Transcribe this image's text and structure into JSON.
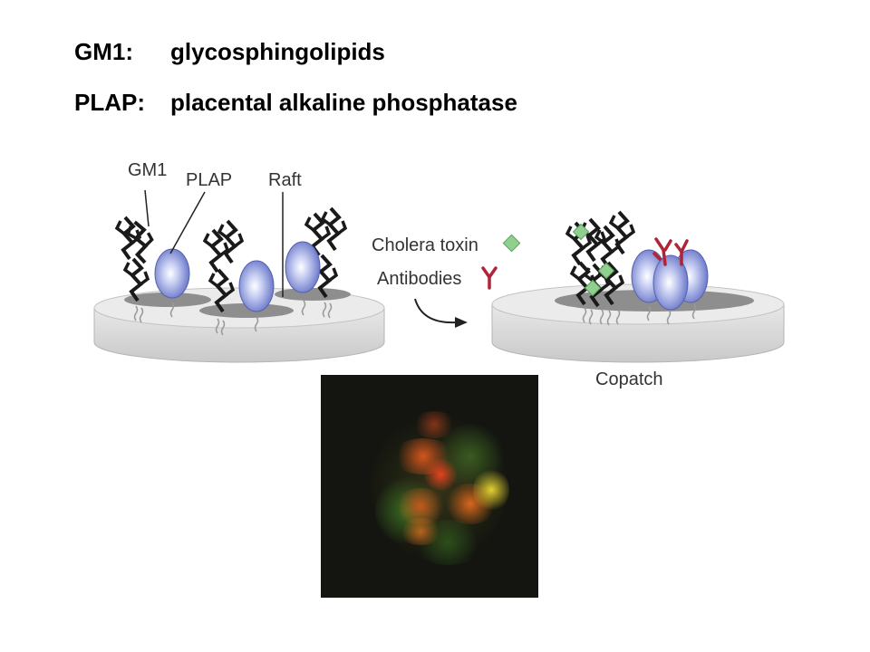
{
  "header": {
    "gm1_abbr": "GM1:",
    "gm1_desc": "glycosphingolipids",
    "plap_abbr": "PLAP:",
    "plap_desc": "placental alkaline phosphatase"
  },
  "diagram": {
    "labels": {
      "gm1": "GM1",
      "plap": "PLAP",
      "raft": "Raft",
      "cholera_toxin": "Cholera toxin",
      "antibodies": "Antibodies",
      "copatch": "Copatch"
    },
    "colors": {
      "protein": "#6f7fd0",
      "toxin": "#8fd08f",
      "antibody": "#b0243a",
      "raft": "#8a8a8a",
      "disk": "#e3e3e3"
    }
  },
  "micrograph": {
    "colors": {
      "red": "#e0501e",
      "green": "#3f8a25",
      "yellow": "#e8d030",
      "background": "#141510"
    }
  }
}
